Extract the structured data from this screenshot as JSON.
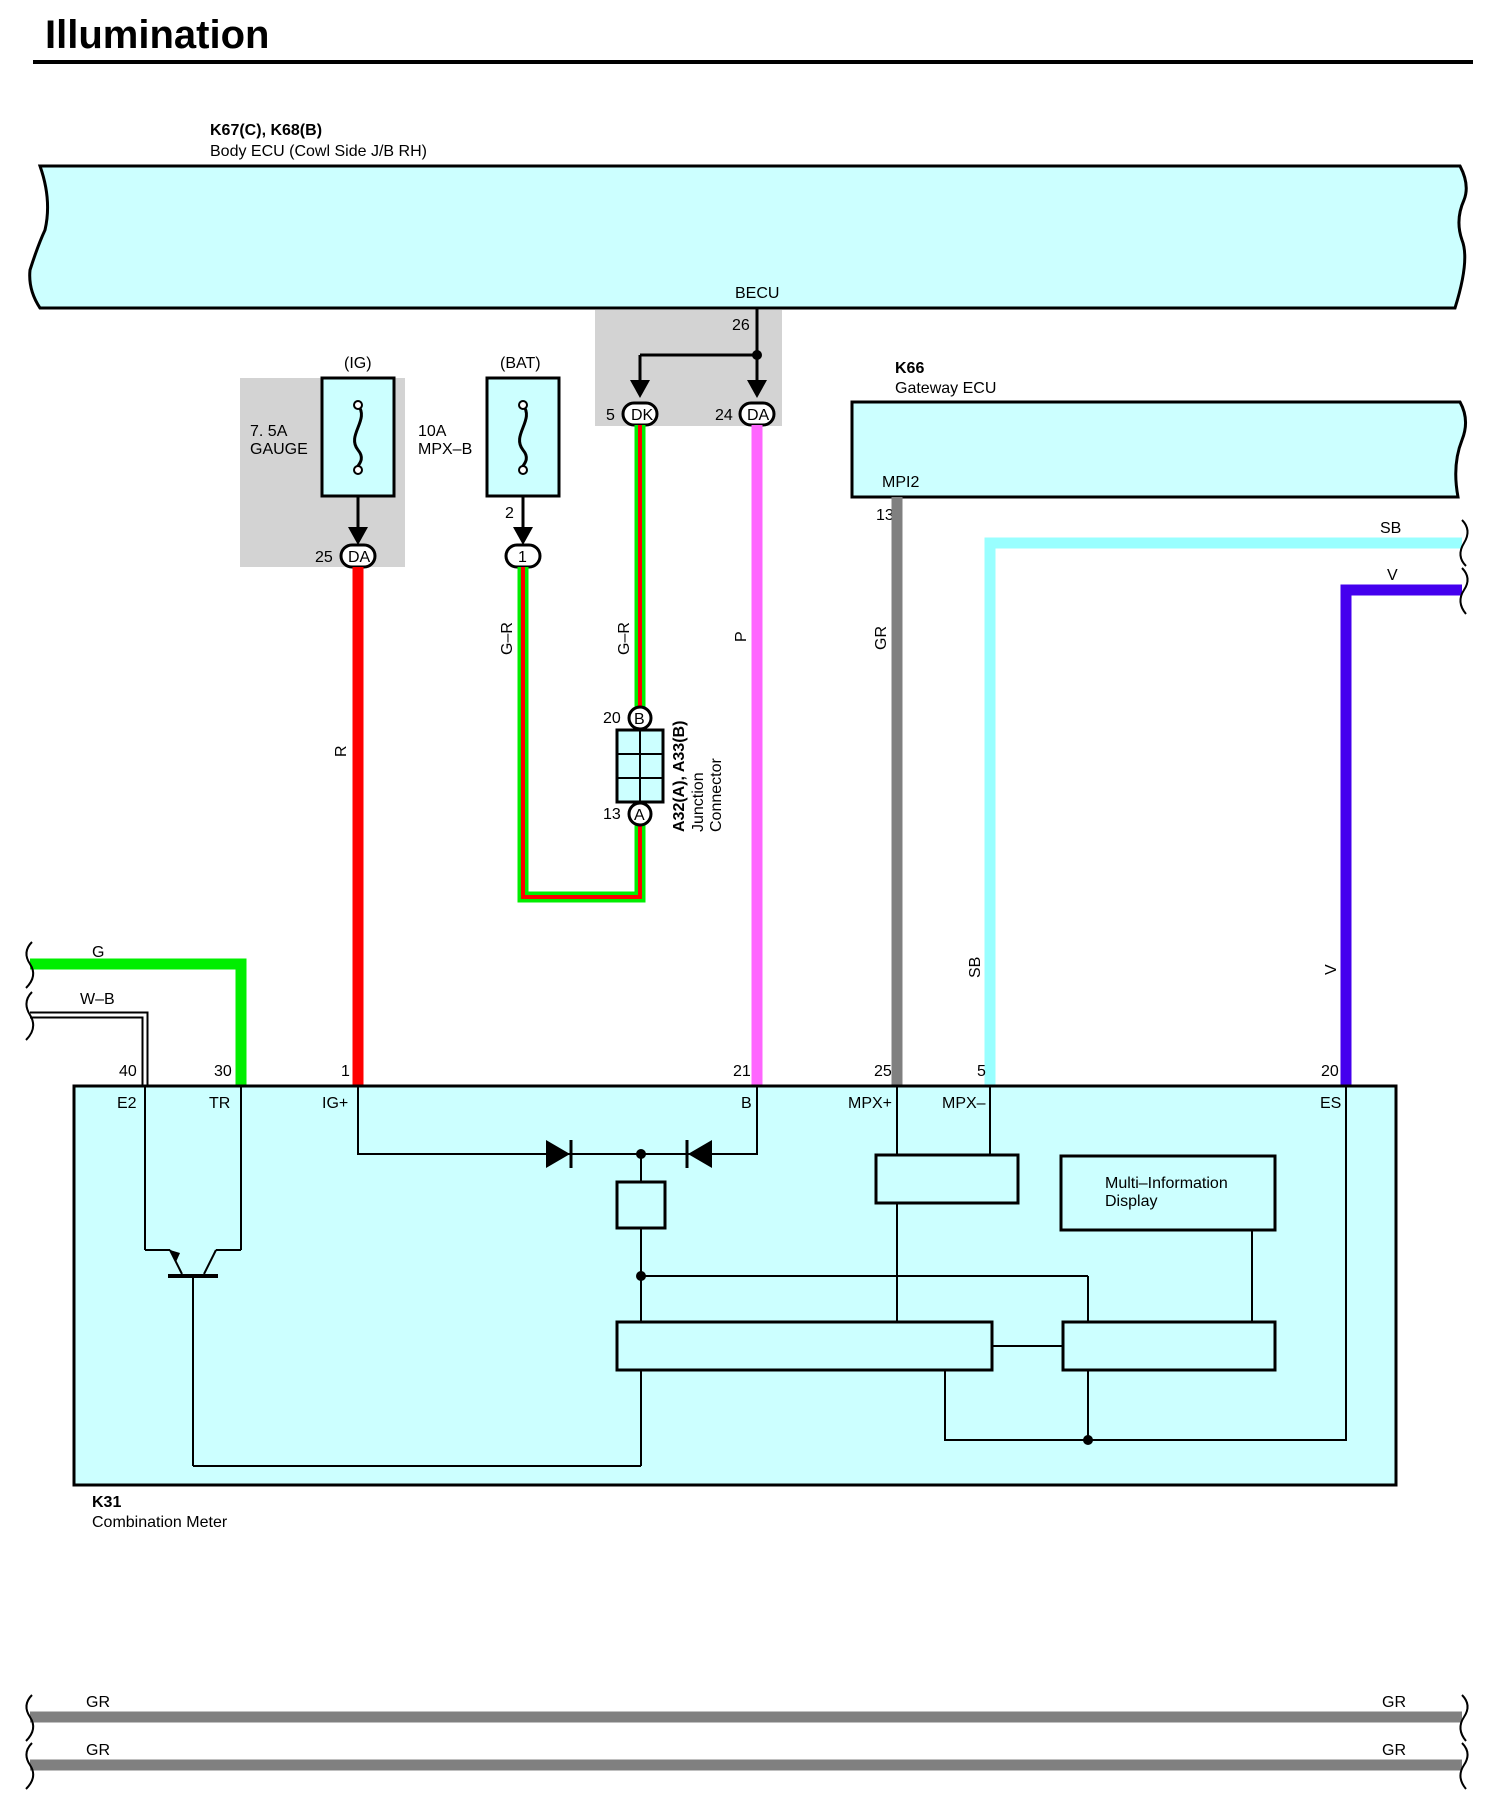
{
  "title": "Illumination",
  "components": {
    "body_ecu": {
      "code": "K67(C), K68(B)",
      "name": "Body ECU (Cowl Side J/B RH)",
      "terminal": "BECU",
      "terminal_pin": "26"
    },
    "gateway_ecu": {
      "code": "K66",
      "name": "Gateway ECU",
      "terminal": "MPI2",
      "terminal_pin": "13"
    },
    "combination_meter": {
      "code": "K31",
      "name": "Combination Meter",
      "display": "Multi–Information\nDisplay"
    },
    "junction_connector": {
      "code": "A32(A), A33(B)",
      "name": "Junction\nConnector",
      "pin_b": "20",
      "conn_b": "B",
      "pin_a": "13",
      "conn_a": "A"
    }
  },
  "fuses": {
    "gauge": {
      "rating": "7. 5A",
      "name": "GAUGE",
      "group": "(IG)",
      "pin": "25",
      "conn": "DA"
    },
    "mpxb": {
      "rating": "10A",
      "name": "MPX–B",
      "group": "(BAT)",
      "pin_top": "2",
      "conn": "1"
    }
  },
  "becu_pins": {
    "dk": {
      "pin": "5",
      "conn": "DK"
    },
    "da": {
      "pin": "24",
      "conn": "DA"
    }
  },
  "wires": {
    "r": "R",
    "gr1": "G–R",
    "gr2": "G–R",
    "p": "P",
    "gray": "GR",
    "sb_top": "SB",
    "sb_side": "SB",
    "v_top": "V",
    "v_side": "V",
    "g": "G",
    "wb": "W–B"
  },
  "meter_pins": [
    {
      "num": "40",
      "name": "E2"
    },
    {
      "num": "30",
      "name": "TR"
    },
    {
      "num": "1",
      "name": "IG+"
    },
    {
      "num": "21",
      "name": "B"
    },
    {
      "num": "25",
      "name": "MPX+"
    },
    {
      "num": "5",
      "name": "MPX–"
    },
    {
      "num": "20",
      "name": "ES"
    }
  ],
  "bottom_wires": [
    "GR",
    "GR",
    "GR",
    "GR"
  ],
  "colors": {
    "box_fill": "#ccffff",
    "gray_box": "#d3d3d3",
    "red": "#ff0000",
    "green": "#00ee00",
    "pink": "#ff66ff",
    "gray": "#808080",
    "sky_blue": "#99ffff",
    "violet": "#4400ee"
  }
}
